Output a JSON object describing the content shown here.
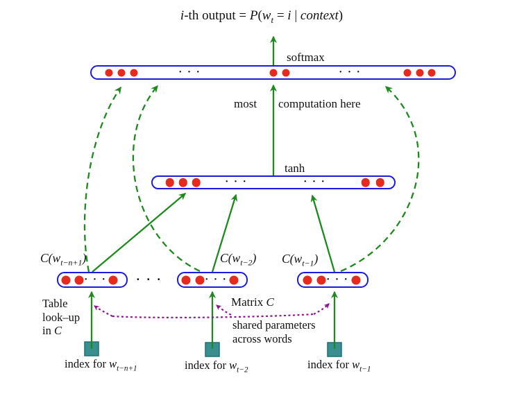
{
  "colors": {
    "layer_border": "#1a1ae0",
    "unit_dot": "#e62a1e",
    "arrow_green": "#1e8a1e",
    "param_purple": "#8e168e",
    "index_node_fill": "#398f8f",
    "index_node_border": "#1d7272",
    "text": "#111111",
    "background": "#ffffff"
  },
  "title": {
    "p1": "i",
    "p2": "-th output = ",
    "p3": "P",
    "p4": "(",
    "p5": "w",
    "p6": "t",
    "p7": " = ",
    "p8": "i",
    "p9": " | ",
    "p10": "context",
    "p11": ")"
  },
  "output_layer": {
    "label": "softmax"
  },
  "annotation": {
    "left": "most",
    "right": "computation here"
  },
  "hidden_layer": {
    "label": "tanh"
  },
  "embedding_labels": [
    {
      "pre": "C(w",
      "sub": "t−n+1",
      "post": ")"
    },
    {
      "pre": "C(w",
      "sub": "t−2",
      "post": ")"
    },
    {
      "pre": "C(w",
      "sub": "t−1",
      "post": ")"
    }
  ],
  "table_lookup": {
    "line1": "Table",
    "line2": "look–up",
    "line3_pre": "in ",
    "line3_var": "C"
  },
  "matrix_note": {
    "pre": "Matrix ",
    "var": "C",
    "line2": "shared parameters",
    "line3": "across words"
  },
  "index_labels": [
    {
      "pre": "index for ",
      "var": "w",
      "sub": "t−n+1"
    },
    {
      "pre": "index for ",
      "var": "w",
      "sub": "t−2"
    },
    {
      "pre": "index for ",
      "var": "w",
      "sub": "t−1"
    }
  ],
  "symbols": {
    "ellipsis": "· · ·"
  }
}
